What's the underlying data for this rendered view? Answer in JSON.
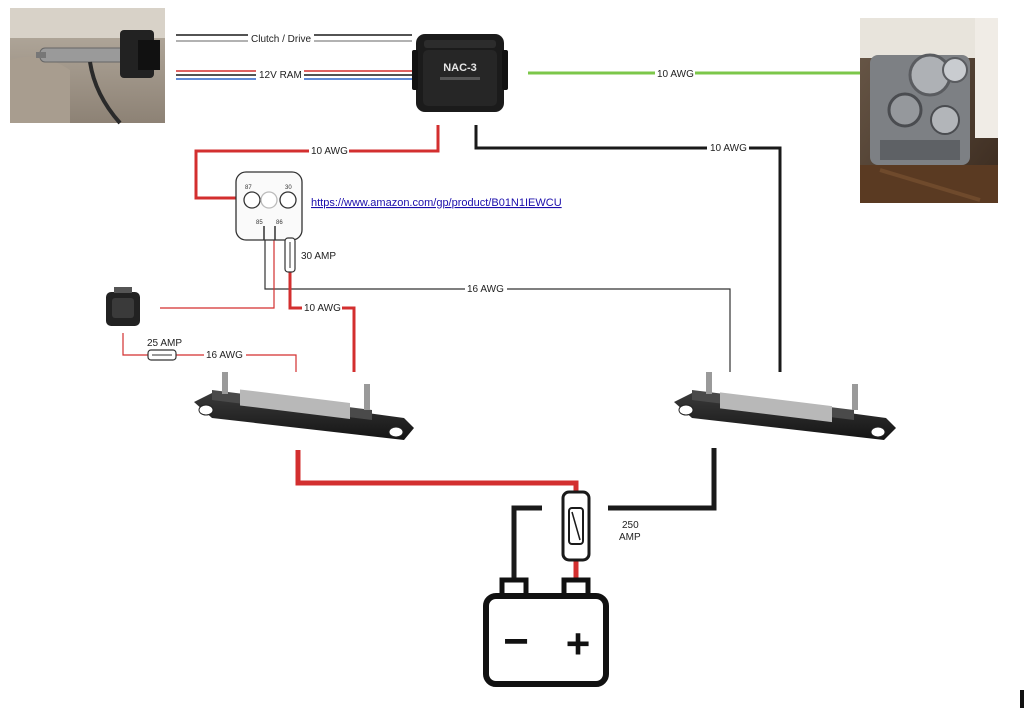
{
  "labels": {
    "clutch": "Clutch / Drive",
    "ram": "12V RAM",
    "nac_green": "10 AWG",
    "nac_red": "10 AWG",
    "nac_black": "10 AWG",
    "relay_fuse": "30 AMP",
    "relay_ground": "16 AWG",
    "relay_out": "10 AWG",
    "switch_fuse": "25 AMP",
    "switch_wire": "16 AWG",
    "main_fuse_1": "250",
    "main_fuse_2": "AMP"
  },
  "nac": {
    "title": "NAC-3"
  },
  "relay": {
    "p87": "87",
    "p30": "30",
    "p85": "85",
    "p86": "86"
  },
  "link": {
    "text": "https://www.amazon.com/gp/product/B01N1IEWCU"
  },
  "battery": {
    "minus": "−",
    "plus": "+"
  },
  "colors": {
    "red": "#d32f2f",
    "black": "#1a1a1a",
    "green": "#7cc74a",
    "thin": "#555555"
  }
}
